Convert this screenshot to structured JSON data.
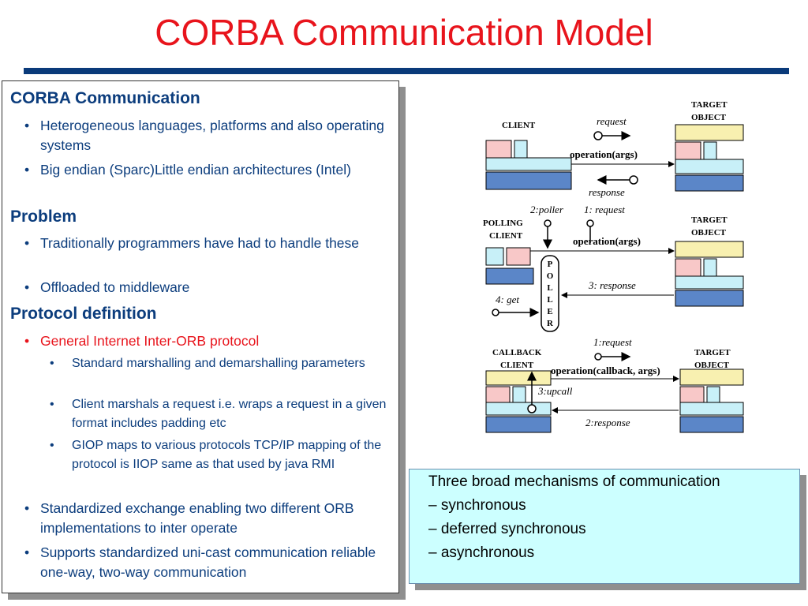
{
  "title": "CORBA Communication Model",
  "left": {
    "h1": "CORBA Communication",
    "b1": "Heterogeneous languages, platforms and also operating systems",
    "b2": "Big endian (Sparc)Little endian architectures (Intel)",
    "h2": "Problem",
    "b3": "Traditionally programmers have had to handle these",
    "b4": "Offloaded to middleware",
    "h3": "Protocol definition",
    "b5": "General Internet Inter-ORB protocol",
    "s1": "Standard marshalling and demarshalling parameters",
    "s2": "Client marshals a request i.e. wraps a request in a given format includes padding etc",
    "s3": "GIOP maps to various protocols TCP/IP mapping of the protocol is IIOP same as that used by java RMI",
    "b6": "Standardized exchange enabling two different ORB implementations to inter operate",
    "b7": "Supports standardized uni-cast communication reliable one-way, two-way communication"
  },
  "right": {
    "line1": "Three broad mechanisms of communication",
    "line2": "–  synchronous",
    "line3": "–   deferred synchronous",
    "line4": "–   asynchronous"
  },
  "diagram": {
    "client": "CLIENT",
    "target": "TARGET",
    "object": "OBJECT",
    "request": "request",
    "operation": "operation(args)",
    "response": "response",
    "poller2": "2:poller",
    "req1": "1: request",
    "polling": "POLLING",
    "client2": "CLIENT",
    "poller_letters": [
      "P",
      "O",
      "L",
      "L",
      "E",
      "R"
    ],
    "resp3": "3: response",
    "get4": "4: get",
    "callback": "CALLBACK",
    "req1b": "1:request",
    "op_cb": "operation(callback, args)",
    "upcall": "3:upcall",
    "resp2": "2:response"
  }
}
